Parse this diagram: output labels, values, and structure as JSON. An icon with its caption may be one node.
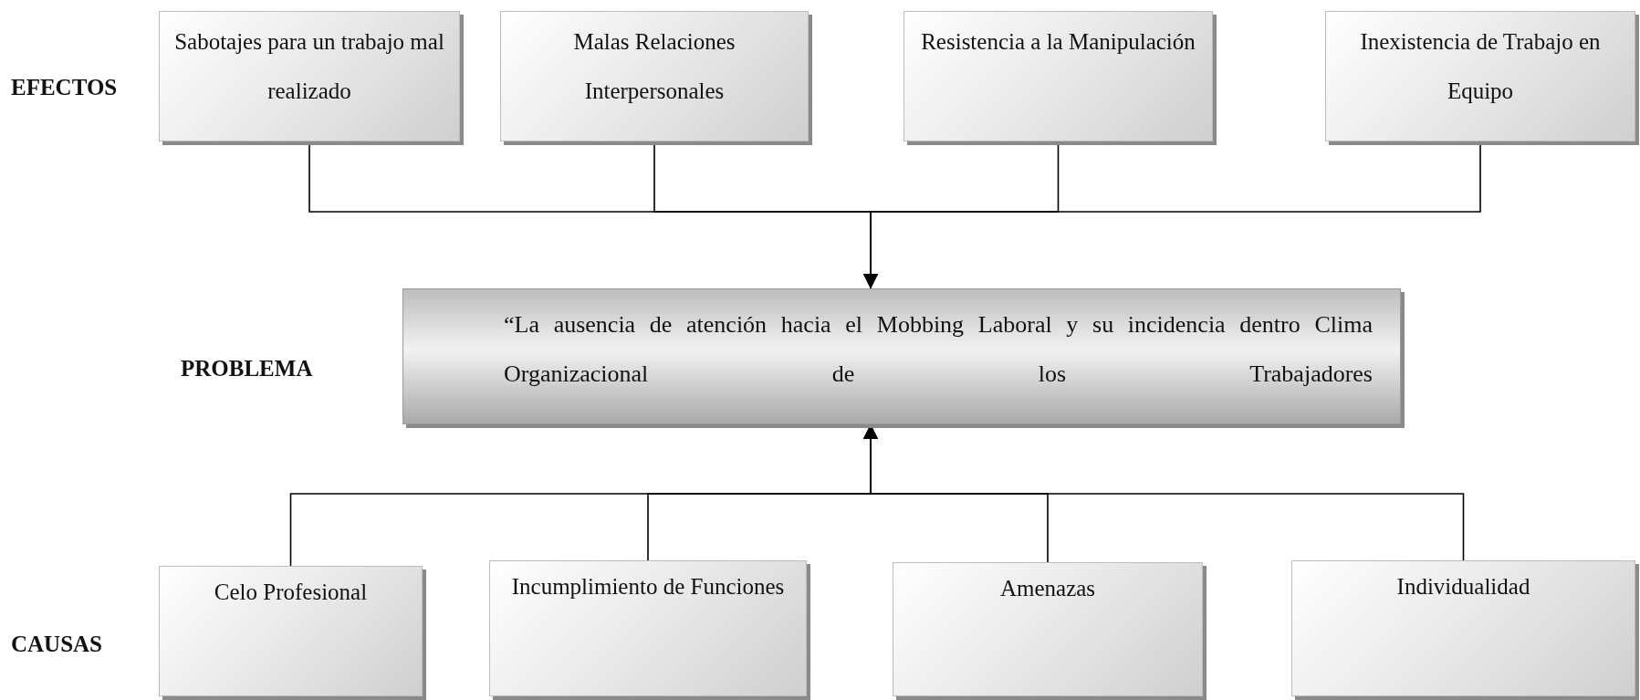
{
  "diagram": {
    "nodes": [
      {
        "text": [
          "Sabotajes para un trabajo mal realizado"
        ]
      },
      {
        "text": [
          "Malas Relaciones Interpersonales"
        ]
      },
      {
        "text": [
          "Resistencia a la Manipulación"
        ]
      },
      {
        "text": [
          "Inexistencia de Trabajo en Equipo"
        ]
      },
      {
        "text": [
          "“La ausencia de atención hacia el Mobbing Laboral y su incidencia dentro Clima Organizacional de los Trabajadores"
        ]
      },
      {
        "text": [
          "Celo Profesional"
        ]
      },
      {
        "text": [
          "Incumplimiento de Funciones"
        ]
      },
      {
        "text": [
          "Amenazas"
        ]
      },
      {
        "text": [
          "Individualidad"
        ]
      }
    ],
    "edges": [
      {
        "from": 0,
        "to": 4,
        "arrow": "to"
      },
      {
        "from": 1,
        "to": 4,
        "arrow": "to"
      },
      {
        "from": 2,
        "to": 4,
        "arrow": "to"
      },
      {
        "from": 3,
        "to": 4,
        "arrow": "to"
      },
      {
        "from": 5,
        "to": 4,
        "arrow": "to"
      },
      {
        "from": 6,
        "to": 4,
        "arrow": "to"
      },
      {
        "from": 7,
        "to": 4,
        "arrow": "to"
      },
      {
        "from": 8,
        "to": 4,
        "arrow": "to"
      }
    ],
    "labels": [
      "EFECTOS",
      "PROBLEMA",
      "CAUSAS"
    ]
  }
}
